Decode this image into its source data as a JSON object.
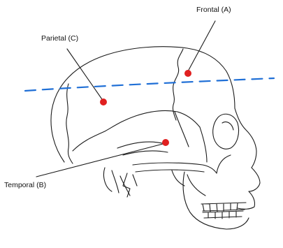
{
  "labels": {
    "frontal": "Frontal (A)",
    "parietal": "Parietal (C)",
    "temporal": "Temporal (B)"
  },
  "colors": {
    "line": "#1a1a1a",
    "point": "#e02020",
    "reference_line": "#1f6fd6",
    "background": "#ffffff"
  }
}
